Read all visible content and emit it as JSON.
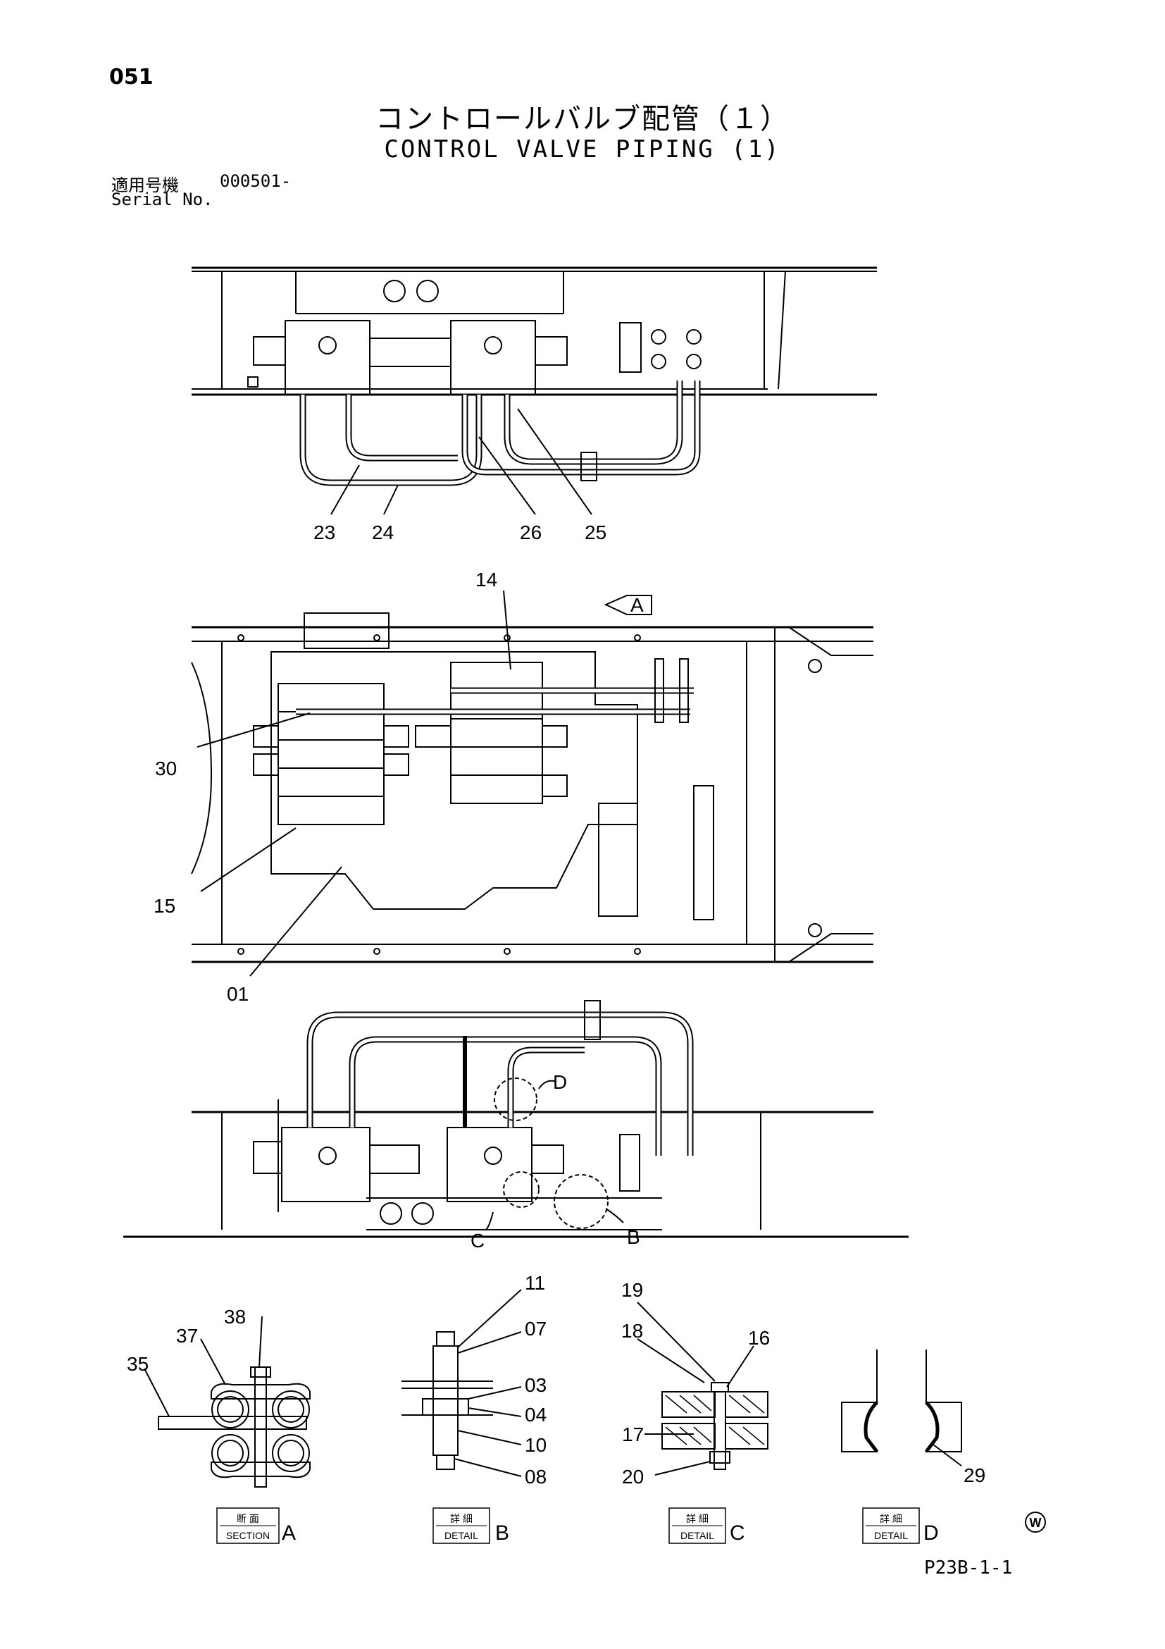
{
  "header": {
    "page_number": "051",
    "title_ja": "コントロールバルブ配管（１）",
    "title_en": "CONTROL VALVE PIPING (1)",
    "serial_label_ja": "適用号機",
    "serial_value": "000501-",
    "serial_label_en": "Serial No."
  },
  "top_view_callouts": [
    "23",
    "24",
    "26",
    "25"
  ],
  "plan_view_callouts": {
    "c14": "14",
    "c30": "30",
    "c15": "15",
    "c01": "01",
    "arrow_a": "A"
  },
  "side_view_callouts": {
    "d": "D",
    "c": "C",
    "b": "B"
  },
  "detail_a": {
    "callouts": [
      "38",
      "37",
      "35"
    ],
    "label_ja": "断 面",
    "label_en": "SECTION",
    "letter": "A"
  },
  "detail_b": {
    "callouts": [
      "11",
      "07",
      "03",
      "04",
      "10",
      "08"
    ],
    "label_ja": "詳 細",
    "label_en": "DETAIL",
    "letter": "B"
  },
  "detail_c": {
    "callouts": [
      "19",
      "18",
      "16",
      "17",
      "20"
    ],
    "label_ja": "詳 細",
    "label_en": "DETAIL",
    "letter": "C"
  },
  "detail_d": {
    "callouts": [
      "29"
    ],
    "label_ja": "詳 細",
    "label_en": "DETAIL",
    "letter": "D"
  },
  "footer": {
    "w_mark": "W",
    "doc_code": "P23B-1-1"
  }
}
